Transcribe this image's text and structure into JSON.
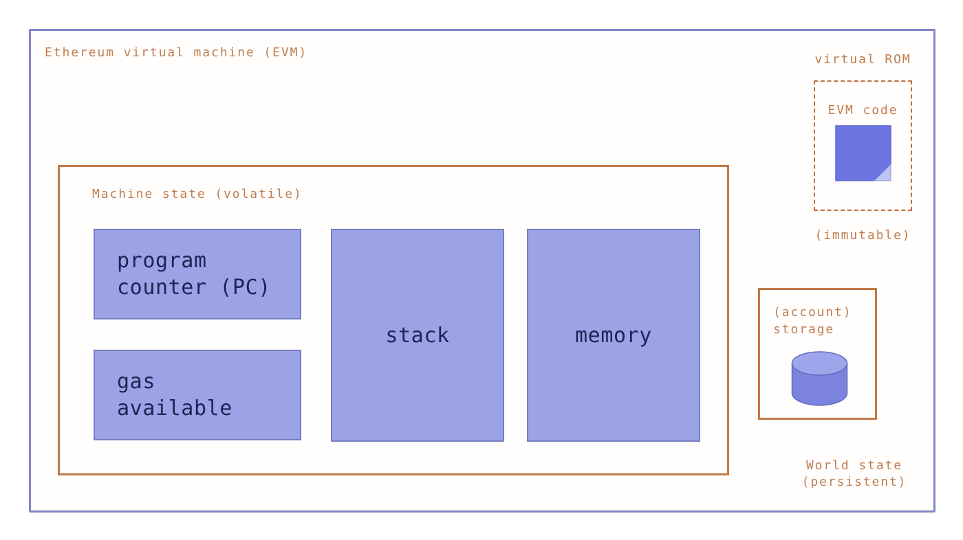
{
  "title": "Ethereum virtual machine (EVM)",
  "machine_state": {
    "label": "Machine state (volatile)",
    "program_counter": {
      "lines": [
        "program",
        "counter (PC)"
      ]
    },
    "gas_available": {
      "lines": [
        "gas",
        "available"
      ]
    },
    "stack": {
      "label": "stack"
    },
    "memory": {
      "label": "memory"
    }
  },
  "virtual_rom": {
    "label": "virtual ROM",
    "code_label": "EVM code",
    "icon": "page-with-folded-corner-icon",
    "caption": "(immutable)"
  },
  "account_storage": {
    "lines": [
      "(account)",
      "storage"
    ],
    "icon": "database-cylinder-icon"
  },
  "world_state": {
    "lines": [
      "World state",
      "(persistent)"
    ]
  },
  "colors": {
    "outer_border": "#8186c7",
    "orange_border": "#c17946",
    "orange_text": "#bf7e51",
    "box_fill": "#9ca2e6",
    "box_border": "#777dc1",
    "box_text": "#1e2355",
    "note_fill": "#6b74e0",
    "note_fold": "#bdc4f4",
    "cylinder_body": "#7c83de",
    "cylinder_top": "#9ea6eb"
  }
}
